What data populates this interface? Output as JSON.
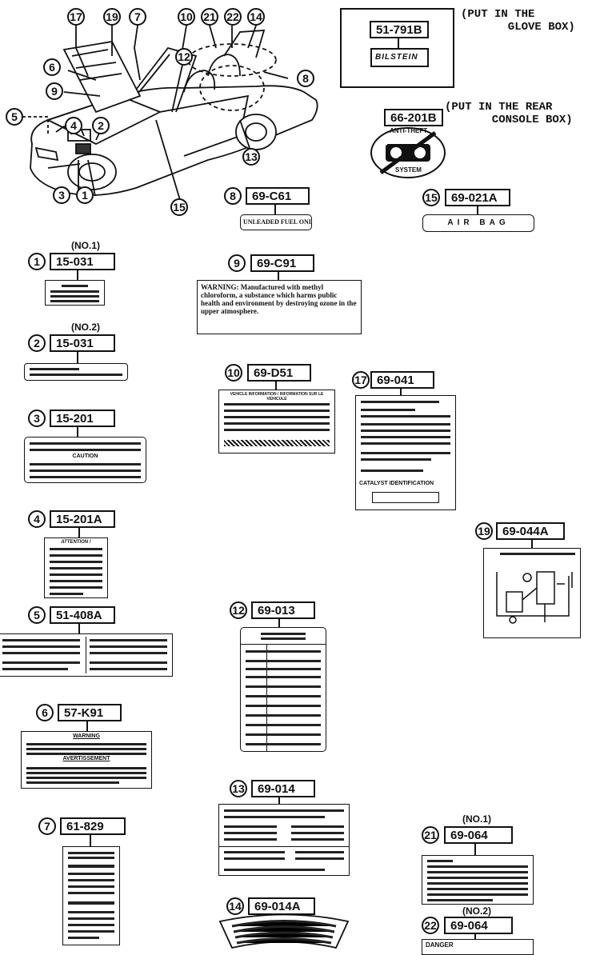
{
  "callouts": {
    "c17": "17",
    "c19": "19",
    "c7": "7",
    "c10": "10",
    "c21": "21",
    "c22": "22",
    "c14": "14",
    "c6": "6",
    "c9": "9",
    "c5": "5",
    "c4": "4",
    "c2": "2",
    "c12": "12",
    "c8": "8",
    "c3": "3",
    "c1": "1",
    "c15": "15",
    "c13": "13"
  },
  "labels": {
    "p51_791B": {
      "num": "",
      "part": "51-791B",
      "note": "(PUT IN THE\n       GLOVE BOX)",
      "text": "BILSTEIN"
    },
    "p66_201B": {
      "num": "",
      "part": "66-201B",
      "note": "(PUT IN THE REAR\n       CONSOLE BOX)",
      "text": "ANTI-THEFT",
      "text2": "SYSTEM"
    },
    "p69_C61": {
      "num": "8",
      "part": "69-C61",
      "text": "UNLEADED FUEL ONLY"
    },
    "p69_021A": {
      "num": "15",
      "part": "69-021A",
      "text": "AIR BAG"
    },
    "p15_031_1": {
      "num": "1",
      "part": "15-031",
      "no": "(NO.1)"
    },
    "p69_C91": {
      "num": "9",
      "part": "69-C91",
      "text": "WARNING: Manufactured with methyl chloroform, a substance which harms public health and environment by destroying ozone in the upper atmosphere."
    },
    "p15_031_2": {
      "num": "2",
      "part": "15-031",
      "no": "(NO.2)"
    },
    "p69_D51": {
      "num": "10",
      "part": "69-D51",
      "text": "VEHICLE INFORMATION / INFORMATION SUR LE VEHICULE"
    },
    "p69_041": {
      "num": "17",
      "part": "69-041",
      "text": "CATALYST IDENTIFICATION"
    },
    "p15_201": {
      "num": "3",
      "part": "15-201",
      "text": "CAUTION"
    },
    "p15_201A": {
      "num": "4",
      "part": "15-201A",
      "text": "ATTENTION !"
    },
    "p69_044A": {
      "num": "19",
      "part": "69-044A"
    },
    "p69_013": {
      "num": "12",
      "part": "69-013"
    },
    "p51_408A": {
      "num": "5",
      "part": "51-408A"
    },
    "p57_K91": {
      "num": "6",
      "part": "57-K91",
      "text": "WARNING",
      "text2": "AVERTISSEMENT"
    },
    "p69_014": {
      "num": "13",
      "part": "69-014"
    },
    "p69_064_1": {
      "num": "21",
      "part": "69-064",
      "no": "(NO.1)"
    },
    "p69_064_2": {
      "num": "22",
      "part": "69-064",
      "no": "(NO.2)",
      "text": "DANGER"
    },
    "p61_829": {
      "num": "7",
      "part": "61-829"
    },
    "p69_014A": {
      "num": "14",
      "part": "69-014A"
    }
  }
}
